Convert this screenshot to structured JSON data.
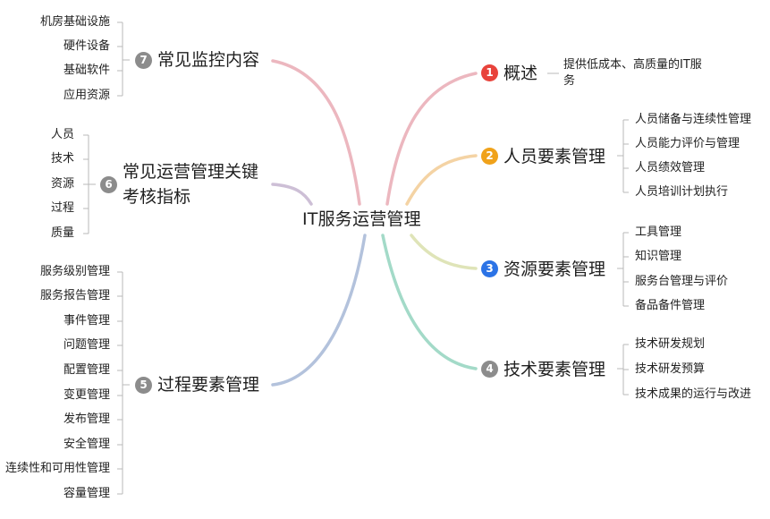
{
  "center": {
    "label": "IT服务运营管理"
  },
  "colors": {
    "badge_red": "#e8433b",
    "badge_orange": "#f0a21a",
    "badge_blue": "#2b73e6",
    "badge_gray": "#8c8c8c",
    "curve_pink": "#ecb7bf",
    "curve_peach": "#f4d3a4",
    "curve_olive": "#dfe4b8",
    "curve_teal": "#a3dac8",
    "curve_blue": "#b3c2dc",
    "curve_lilac": "#cdbfd6",
    "bracket": "#b8b8b8"
  },
  "branches": [
    {
      "num": "1",
      "label": "概述",
      "leaves": [
        "提供低成本、高质量的IT服",
        "务"
      ]
    },
    {
      "num": "2",
      "label": "人员要素管理",
      "leaves": [
        "人员储备与连续性管理",
        "人员能力评价与管理",
        "人员绩效管理",
        "人员培训计划执行"
      ]
    },
    {
      "num": "3",
      "label": "资源要素管理",
      "leaves": [
        "工具管理",
        "知识管理",
        "服务台管理与评价",
        "备品备件管理"
      ]
    },
    {
      "num": "4",
      "label": "技术要素管理",
      "leaves": [
        "技术研发规划",
        "技术研发预算",
        "技术成果的运行与改进"
      ]
    },
    {
      "num": "5",
      "label": "过程要素管理",
      "leaves": [
        "服务级别管理",
        "服务报告管理",
        "事件管理",
        "问题管理",
        "配置管理",
        "变更管理",
        "发布管理",
        "安全管理",
        "连续性和可用性管理",
        "容量管理"
      ]
    },
    {
      "num": "6",
      "label_lines": [
        "常见运营管理关键",
        "考核指标"
      ],
      "leaves": [
        "人员",
        "技术",
        "资源",
        "过程",
        "质量"
      ]
    },
    {
      "num": "7",
      "label": "常见监控内容",
      "leaves": [
        "机房基础设施",
        "硬件设备",
        "基础软件",
        "应用资源"
      ]
    }
  ]
}
